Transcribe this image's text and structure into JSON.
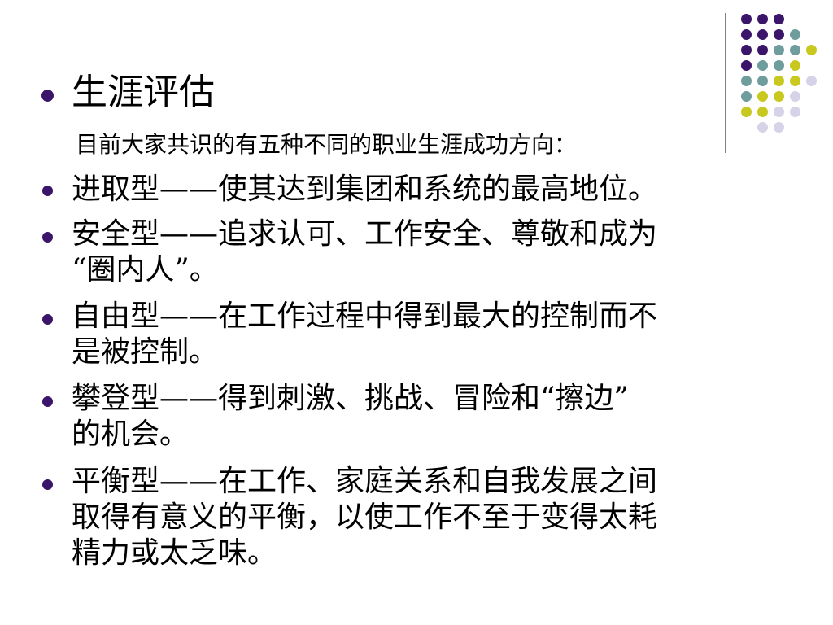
{
  "slide": {
    "title": "生涯评估",
    "subtitle": "目前大家共识的有五种不同的职业生涯成功方向：",
    "items": [
      {
        "lines": [
          "进取型——使其达到集团和系统的最高地位。"
        ]
      },
      {
        "lines": [
          "安全型——追求认可、工作安全、尊敬和成为",
          "“圈内人”。"
        ]
      },
      {
        "lines": [
          "自由型——在工作过程中得到最大的控制而不",
          "是被控制。"
        ]
      },
      {
        "lines": [
          "攀登型——得到刺激、挑战、冒险和“擦边”",
          "的机会。"
        ]
      },
      {
        "lines": [
          "平衡型——在工作、家庭关系和自我发展之间",
          "取得有意义的平衡，以使工作不至于变得太耗",
          "精力或太乏味。"
        ]
      }
    ]
  },
  "colors": {
    "bullet": "#3b1569",
    "dot_purple": "#3b1569",
    "dot_teal": "#6f9c9c",
    "dot_yellow": "#c8c81e",
    "dot_lavender": "#d6d2e8",
    "divider": "#808080"
  },
  "decoration": {
    "dots_icon": "decorative-dot-grid"
  }
}
